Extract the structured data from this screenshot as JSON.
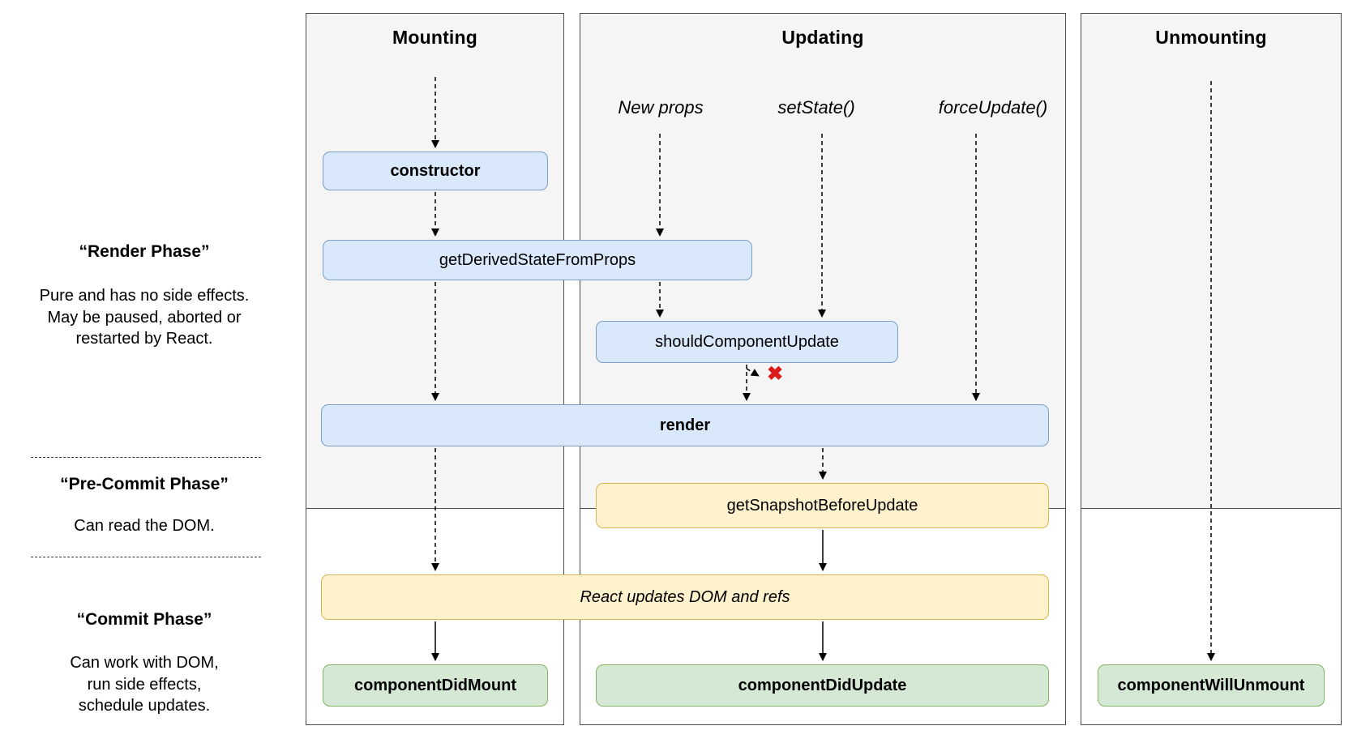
{
  "sidebar": {
    "render_phase": {
      "title": "“Render Phase”",
      "lines": [
        "Pure and has no side effects.",
        "May be paused, aborted or",
        "restarted by React."
      ]
    },
    "pre_commit_phase": {
      "title": "“Pre-Commit Phase”",
      "lines": [
        "Can read the DOM."
      ]
    },
    "commit_phase": {
      "title": "“Commit Phase”",
      "lines": [
        "Can work with DOM,",
        "run side effects,",
        "schedule updates."
      ]
    }
  },
  "columns": {
    "mounting": {
      "title": "Mounting"
    },
    "updating": {
      "title": "Updating",
      "triggers": [
        "New props",
        "setState()",
        "forceUpdate()"
      ],
      "stop_icon": "✖"
    },
    "unmounting": {
      "title": "Unmounting"
    }
  },
  "nodes": {
    "constructor": "constructor",
    "getDerivedStateFromProps": "getDerivedStateFromProps",
    "shouldComponentUpdate": "shouldComponentUpdate",
    "render": "render",
    "getSnapshotBeforeUpdate": "getSnapshotBeforeUpdate",
    "reactUpdatesDom": "React updates DOM and refs",
    "componentDidMount": "componentDidMount",
    "componentDidUpdate": "componentDidUpdate",
    "componentWillUnmount": "componentWillUnmount"
  },
  "colors": {
    "lifecycle_blue_fill": "#dae8fc",
    "lifecycle_blue_border": "#7b9cc7",
    "side_effect_yellow_fill": "#fff2cc",
    "side_effect_yellow_border": "#d6b656",
    "commit_green_fill": "#d5e8d4",
    "commit_green_border": "#82b366",
    "column_gray_fill": "#f5f5f5",
    "column_border": "#4d4d4d",
    "stop_red": "#de1b1b"
  }
}
